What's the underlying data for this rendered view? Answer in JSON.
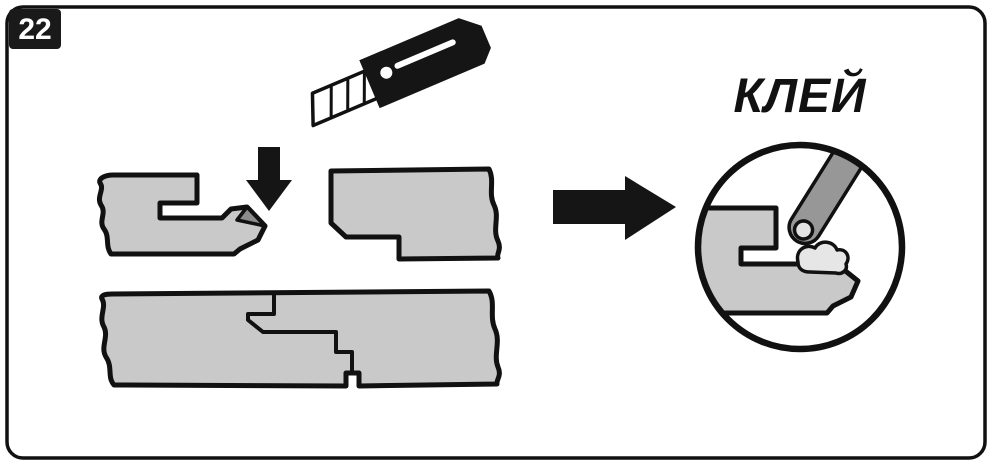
{
  "step": {
    "number": "22"
  },
  "detail": {
    "label": "КЛЕЙ"
  },
  "colors": {
    "background": "#ffffff",
    "outline": "#111111",
    "plank_fill": "#c9c9c9",
    "cut_piece": "#8c8c8c",
    "nozzle_barrel": "#979797",
    "nozzle_tip": "#e3e3e3",
    "glue_blob": "#e6e6e6",
    "badge_bg": "#1a1a1a",
    "badge_text": "#ffffff",
    "arrow_fill": "#151515"
  },
  "icons": {
    "knife": "utility-knife-icon",
    "down_arrow": "cut-here-arrow-icon",
    "right_arrow": "next-step-arrow-icon",
    "nozzle": "glue-nozzle-icon",
    "detail_view": "detail-circle"
  }
}
